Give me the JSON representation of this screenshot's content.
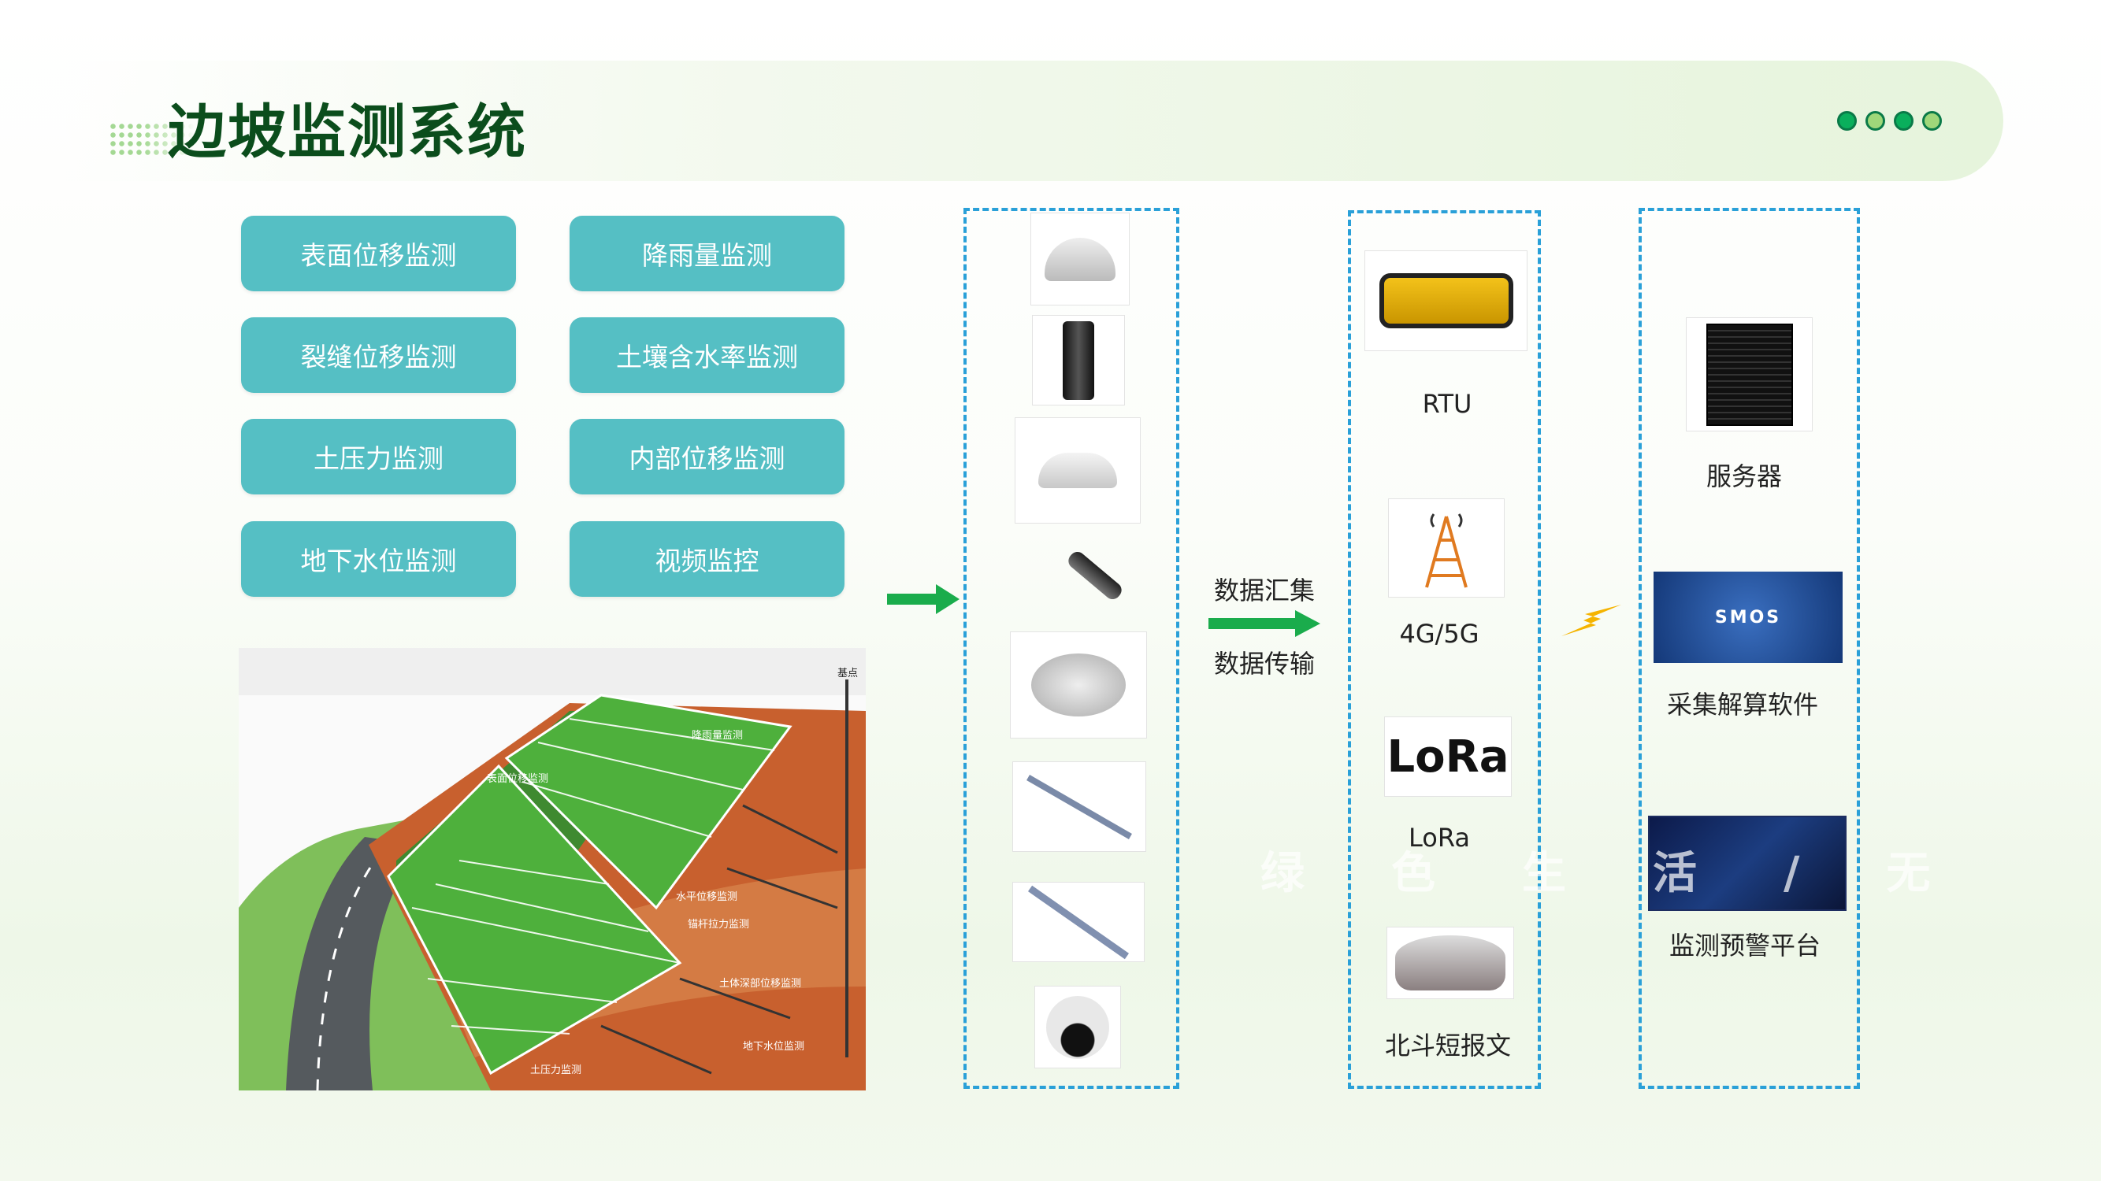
{
  "title": "边坡监测系统",
  "page_indicator_dots": [
    "#0aaf5c",
    "#9fd77a",
    "#0aaf5c",
    "#9fd77a"
  ],
  "monitoring_items": [
    "表面位移监测",
    "降雨量监测",
    "裂缝位移监测",
    "土壤含水率监测",
    "土压力监测",
    "内部位移监测",
    "地下水位监测",
    "视频监控"
  ],
  "slope_diagram_labels": {
    "base_point": "基点",
    "rainfall": "降雨量监测",
    "surface": "表面位移监测",
    "horizontal": "水平位移监测",
    "anchor": "锚杆拉力监测",
    "deep": "土体深部位移监测",
    "groundwater": "地下水位监测",
    "earth_pressure": "土压力监测"
  },
  "sensors": [
    "rain-gauge",
    "crack-meter",
    "gnss-receiver",
    "water-level-probe",
    "earth-pressure-cell",
    "inclinometer",
    "osmometer",
    "ptz-camera"
  ],
  "transfer": {
    "top": "数据汇集",
    "bottom": "数据传输"
  },
  "communication": [
    {
      "label": "RTU"
    },
    {
      "label": "4G/5G"
    },
    {
      "label": "LoRa",
      "logo": "LoRa"
    },
    {
      "label": "北斗短报文"
    }
  ],
  "platform": [
    {
      "label": "服务器"
    },
    {
      "label": "采集解算软件",
      "screen_text": "SMOS"
    },
    {
      "label": "监测预警平台"
    }
  ],
  "watermark": "绿色生活/无",
  "colors": {
    "accent": "#55bfc4",
    "title": "#0b4d1c",
    "dash": "#2aa0d8",
    "arrow": "#1aac4c",
    "bolt": "#f5b400"
  }
}
